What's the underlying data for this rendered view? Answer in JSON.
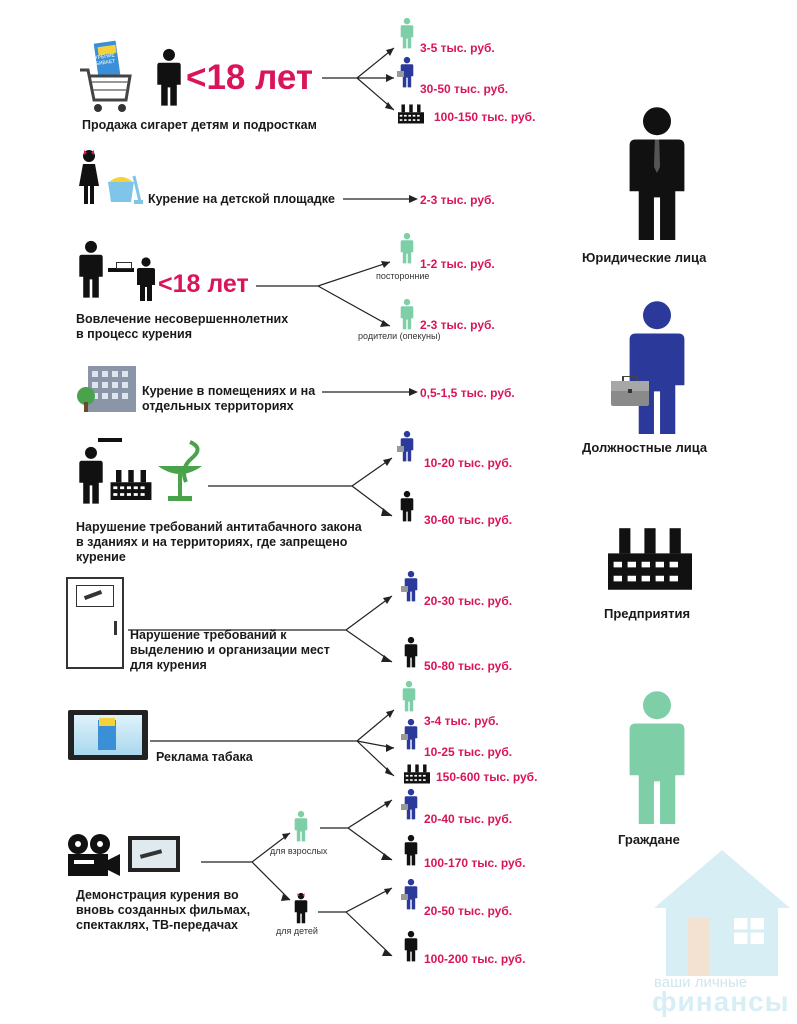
{
  "colors": {
    "fine": "#d9145b",
    "citizen": "#7ecfa8",
    "official": "#2b3a9a",
    "legal": "#111111",
    "line": "#222222",
    "watermark": "#d8eef5"
  },
  "legend": {
    "legal": "Юридические лица",
    "official": "Должностные лица",
    "enterprise": "Предприятия",
    "citizen": "Граждане"
  },
  "rows": [
    {
      "id": "r1",
      "title": "Продажа сигарет детям и подросткам",
      "age": "<18 лет",
      "cigbox": "КУРЕНИЕ УБИВАЕТ",
      "fines": [
        "3-5 тыс. руб.",
        "30-50 тыс. руб.",
        "100-150 тыс. руб."
      ]
    },
    {
      "id": "r2",
      "title": "Курение на детской площадке",
      "fines": [
        "2-3 тыс. руб."
      ]
    },
    {
      "id": "r3",
      "title_lines": [
        "Вовлечение несовершеннолетних",
        "в процесс курения"
      ],
      "age": "<18 лет",
      "fines": [
        "1-2 тыс. руб.",
        "2-3 тыс. руб."
      ],
      "notes": [
        "посторонние",
        "родители (опекуны)"
      ]
    },
    {
      "id": "r4",
      "title_lines": [
        "Курение в помещениях и на",
        "отдельных территориях"
      ],
      "fines": [
        "0,5-1,5 тыс. руб."
      ]
    },
    {
      "id": "r5",
      "title_lines": [
        "Нарушение требований антитабачного закона",
        "в зданиях и на территориях, где запрещено",
        "курение"
      ],
      "fines": [
        "10-20 тыс. руб.",
        "30-60 тыс. руб."
      ]
    },
    {
      "id": "r6",
      "title_lines": [
        "Нарушение требований к",
        "выделению и организации мест",
        "для курения"
      ],
      "fines": [
        "20-30 тыс. руб.",
        "50-80 тыс. руб."
      ]
    },
    {
      "id": "r7",
      "title": "Реклама табака",
      "fines": [
        "3-4 тыс. руб.",
        "10-25 тыс. руб.",
        "150-600 тыс. руб."
      ]
    },
    {
      "id": "r8",
      "title_lines": [
        "Демонстрация курения во",
        "вновь созданных фильмах,",
        "спектаклях, ТВ-передачах"
      ],
      "notes": [
        "для взрослых",
        "для детей"
      ],
      "fines": [
        "20-40 тыс. руб.",
        "100-170 тыс. руб.",
        "20-50 тыс. руб.",
        "100-200 тыс. руб."
      ]
    }
  ],
  "watermark": {
    "line1": "ваши личные",
    "line2": "финансы"
  }
}
